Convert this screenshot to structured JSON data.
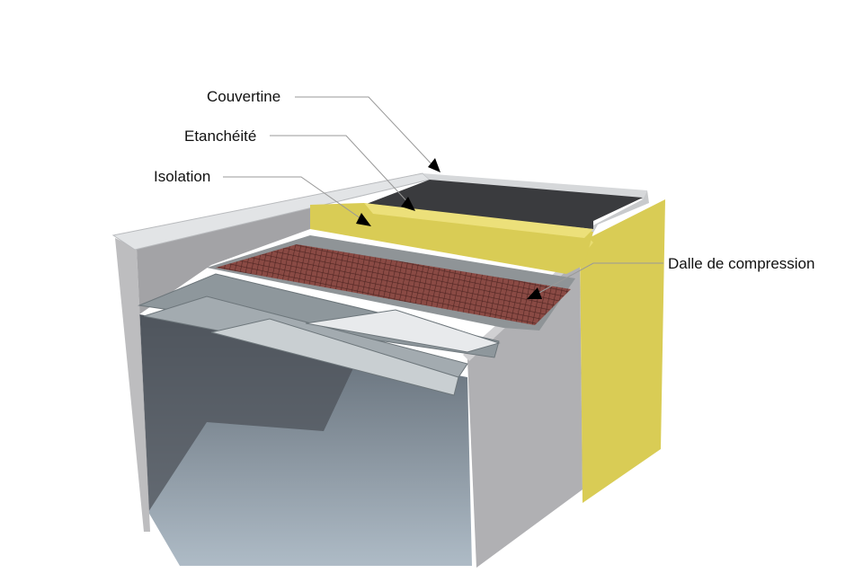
{
  "labels": {
    "couvertine": "Couvertine",
    "etancheite": "Etanchéité",
    "isolation": "Isolation",
    "dalle": "Dalle de compression"
  },
  "colors": {
    "concrete": "#a9a9ab",
    "insulation": "#d9cc55",
    "membrane": "#3a3b3e",
    "mesh": "#7a3a36",
    "steel": "#8e979c",
    "coping": "#e2e4e6",
    "leader": "#999999"
  }
}
